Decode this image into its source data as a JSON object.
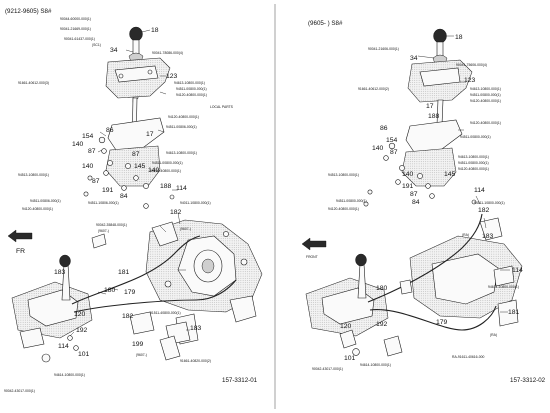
{
  "left_panel": {
    "header": "(9212-9605) S8#",
    "footer_code": "157-3312-01",
    "direction_label": "FR",
    "callouts": [
      "18",
      "34",
      "123",
      "17",
      "154",
      "86",
      "140",
      "87",
      "140",
      "191",
      "87",
      "84",
      "140",
      "87",
      "188",
      "145",
      "114",
      "182",
      "183",
      "181",
      "180",
      "179",
      "192",
      "114",
      "101",
      "120",
      "182",
      "183",
      "199"
    ],
    "part_numbers": [
      "90044-60000-000(1)",
      "90041-21669-000(1)",
      "90041-61437-000(1)",
      "(SC1)",
      "90041-78086-000(4)",
      "91661-40612-000(3)",
      "94613-10800-000(1)",
      "94511-00800-000(1)",
      "94120-40800-000(1)",
      "LOCAL PARTS",
      "94120-40800-000(1)",
      "94511-00806-000(1)",
      "94613-10800-000(1)",
      "94511-00800-000(1)",
      "94120-40800-000(1)",
      "94513-10800-000(1)",
      "94511-00806-000(1)",
      "94120-40800-000(1)",
      "94511-10806-000(1)",
      "94011-10800-000(1)",
      "90042-35848-000(1)",
      "(9607-)",
      "(9607-)",
      "91511-40800-000(1)",
      "91661-40820-000(2)",
      "90042-43017-000(1)",
      "94614-10800-000(1)",
      "(9607-)"
    ]
  },
  "right_panel": {
    "header": "(9605-    ) S8#",
    "footer_code": "157-3312-02",
    "direction_label": "FRONT",
    "inset_label": "RA-91611-40616-000",
    "callouts": [
      "18",
      "34",
      "17",
      "123",
      "86",
      "154",
      "87",
      "140",
      "140",
      "191",
      "87",
      "84",
      "145",
      "188",
      "114",
      "182",
      "183",
      "114",
      "180",
      "179",
      "181",
      "120",
      "101",
      "192"
    ],
    "part_numbers": [
      "90041-21606-000(1)",
      "90041-75606-000(4)",
      "91661-40612-000(2)",
      "94613-10800-000(1)",
      "94511-00800-000(1)",
      "94120-40800-000(1)",
      "94120-40800-000(1)",
      "94511-00800-000(1)",
      "94613-10800-000(1)",
      "94511-00800-000(1)",
      "94120-40800-000(1)",
      "94513-10800-000(1)",
      "94511-00800-000(1)",
      "94120-40800-000(1)",
      "94511-10800-000(1)",
      "94614-10800-000(1)",
      "90042-43017-000(1)",
      "94614-10800-000(1)",
      "(RA)",
      "(RA)"
    ]
  }
}
